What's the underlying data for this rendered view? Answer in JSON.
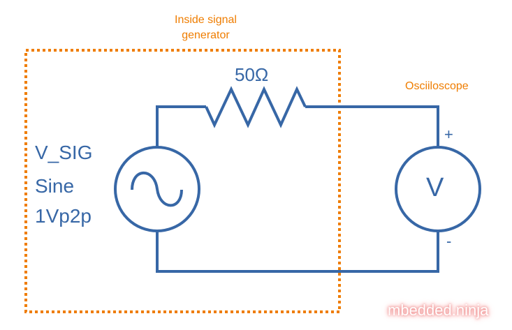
{
  "labels": {
    "box_title": "Inside signal\ngenerator",
    "box_title_line1": "Inside signal",
    "box_title_line2": "generator",
    "resistor": "50Ω",
    "oscilloscope": "Osciiloscope",
    "source_name": "V_SIG",
    "source_type": "Sine",
    "source_amplitude": "1Vp2p",
    "meter_symbol": "V",
    "plus": "+",
    "minus": "-",
    "watermark": "mbedded.ninja"
  },
  "colors": {
    "wire": "#3767a6",
    "box": "#ef7d00"
  }
}
